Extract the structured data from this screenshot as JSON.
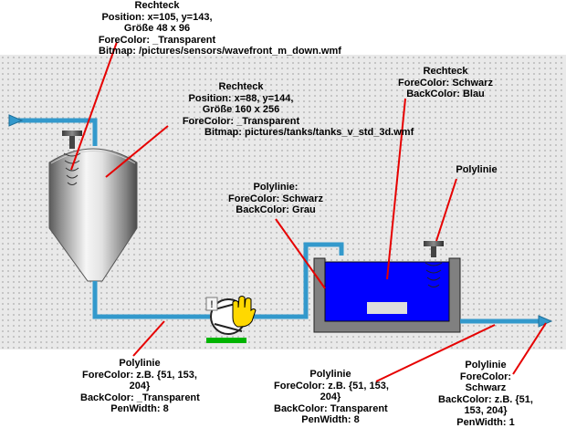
{
  "colors": {
    "pipe": "#3399cc",
    "callout": "#e60000",
    "tank_liquid": "#0000ff",
    "tank_frame": "#808080",
    "pump_status": "#00b400"
  },
  "icons": {
    "pump": "centrifugal-pump-icon",
    "hand": "hand-cursor-icon",
    "warning": "exclamation-icon",
    "sensor": "wavefront-sensor-icon",
    "arrow": "flow-arrow-icon"
  },
  "labels": {
    "rect_sensor": [
      "Rechteck",
      "Position: x=105, y=143,",
      "Größe 48 x 96",
      "ForeColor: _Transparent",
      "Bitmap:  /pictures/sensors/wavefront_m_down.wmf"
    ],
    "rect_tank": [
      "Rechteck",
      "Position: x=88, y=144,",
      "Größe 160 x 256",
      "ForeColor: _Transparent",
      "Bitmap: pictures/tanks/tanks_v_std_3d.wmf"
    ],
    "rect_liquid": [
      "Rechteck",
      "ForeColor: Schwarz",
      "BackColor: Blau"
    ],
    "poly_sensor": [
      "Polylinie"
    ],
    "poly_frame": [
      "Polylinie:",
      "ForeColor: Schwarz",
      "BackColor: Grau"
    ],
    "poly_pipe_left": [
      "Polylinie",
      "ForeColor: z.B. {51, 153,",
      "204}",
      "BackColor: _Transparent",
      "PenWidth: 8"
    ],
    "poly_pipe_mid": [
      "Polylinie",
      "ForeColor: z.B. {51, 153,",
      "204}",
      "BackColor: Transparent",
      "PenWidth: 8"
    ],
    "poly_outlet": [
      "Polylinie",
      "ForeColor:",
      "Schwarz",
      "BackColor: z.B. {51,",
      "153, 204}",
      "PenWidth: 1"
    ]
  }
}
